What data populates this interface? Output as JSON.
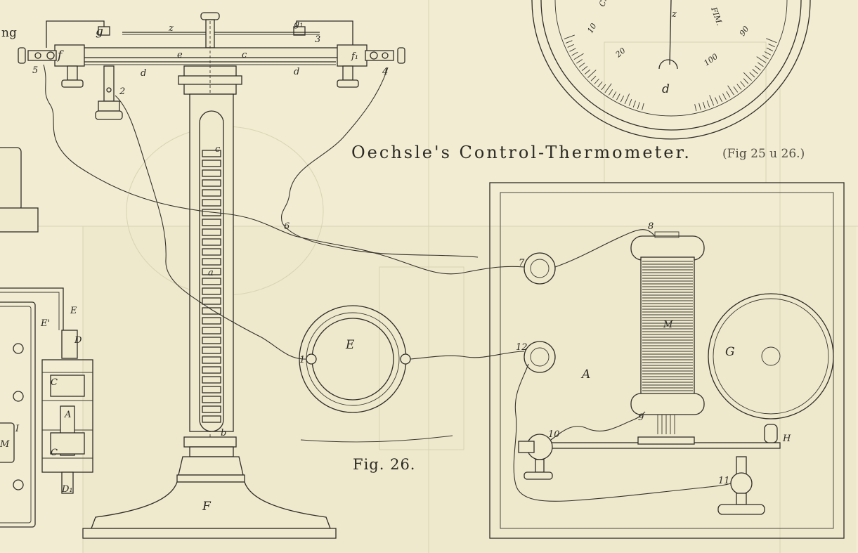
{
  "title": {
    "main": "Oechsle's Control-Thermometer.",
    "figures": "(Fig 25 u 26.)"
  },
  "figure_caption": "Fig. 26.",
  "corner_fragment": "ng",
  "dial": {
    "numbers": [
      "10",
      "20",
      "90",
      "100"
    ],
    "scale_labels": [
      "CHL.",
      "FIM."
    ],
    "z_label": "z",
    "d_label": "d"
  },
  "labels": {
    "g": "g",
    "g1": "g₁",
    "z": "z",
    "n3a": "3",
    "f": "f",
    "f1": "f₁",
    "e": "e",
    "c_top": "c",
    "d_left": "d",
    "d_right": "d",
    "n5": "5",
    "n4": "4",
    "n2": "2",
    "c_tube": "c",
    "a_tube": "a",
    "b_tube": "b",
    "n6": "6",
    "F_base": "F",
    "E": "E",
    "n1": "1",
    "n7": "7",
    "n8": "8",
    "n9": "9",
    "n10": "10",
    "n11": "11",
    "n12": "12",
    "M_coil": "M",
    "A": "A",
    "G": "G",
    "H": "H",
    "left_E": "E",
    "left_E1": "E'",
    "left_D": "D",
    "left_C": "C",
    "left_A": "A",
    "left_C1": "C",
    "left_D1": "D₁",
    "left_I": "I",
    "left_M": "M"
  }
}
